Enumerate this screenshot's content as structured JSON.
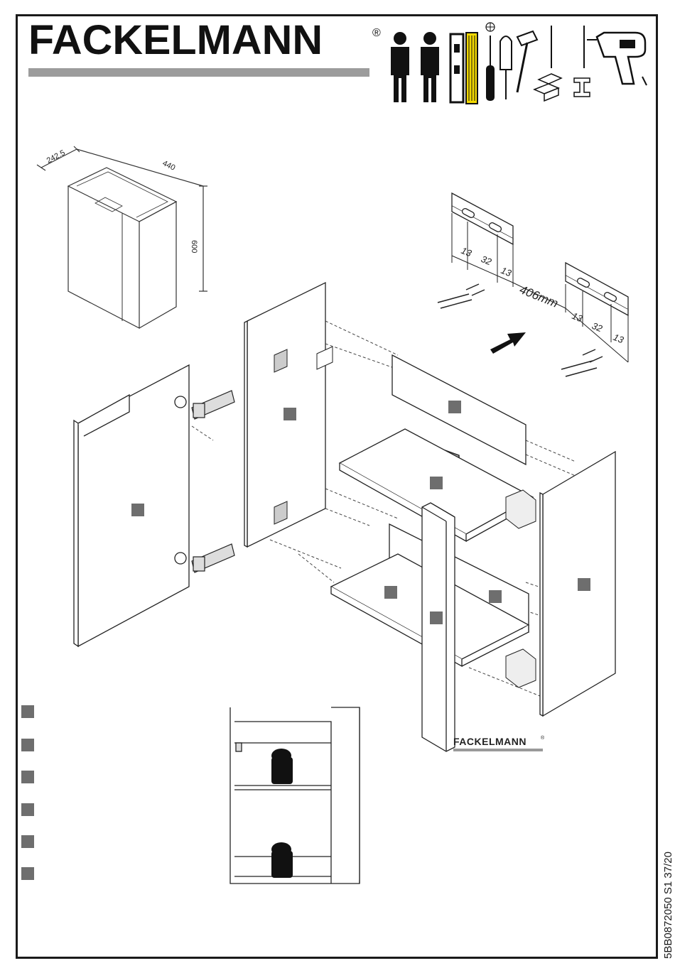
{
  "brand": {
    "name": "FACKELMANN",
    "registered": "®"
  },
  "footer": {
    "brand": "FACKELMANN",
    "registered": "®",
    "code": "5BB0872050 S1 37/20"
  },
  "dimensions": {
    "depth": "242.5",
    "width": "440",
    "height": "600"
  },
  "wall_bracket": {
    "spacing_a": "13",
    "spacing_b": "32",
    "spacing_c": "13",
    "distance": "406mm"
  },
  "colors": {
    "part_marker": "#6e6e6e",
    "line": "#1a1a1a",
    "brand_bar": "#9c9c9c"
  },
  "tools": [
    "two-persons-icon",
    "spirit-level-icon",
    "folding-rule-icon",
    "phillips-screwdriver-icon",
    "flat-screwdriver-icon",
    "hammer-icon",
    "drill-bit-icon",
    "brick-wall-icon",
    "drill-bit-icon",
    "steel-beam-icon",
    "power-drill-icon"
  ]
}
